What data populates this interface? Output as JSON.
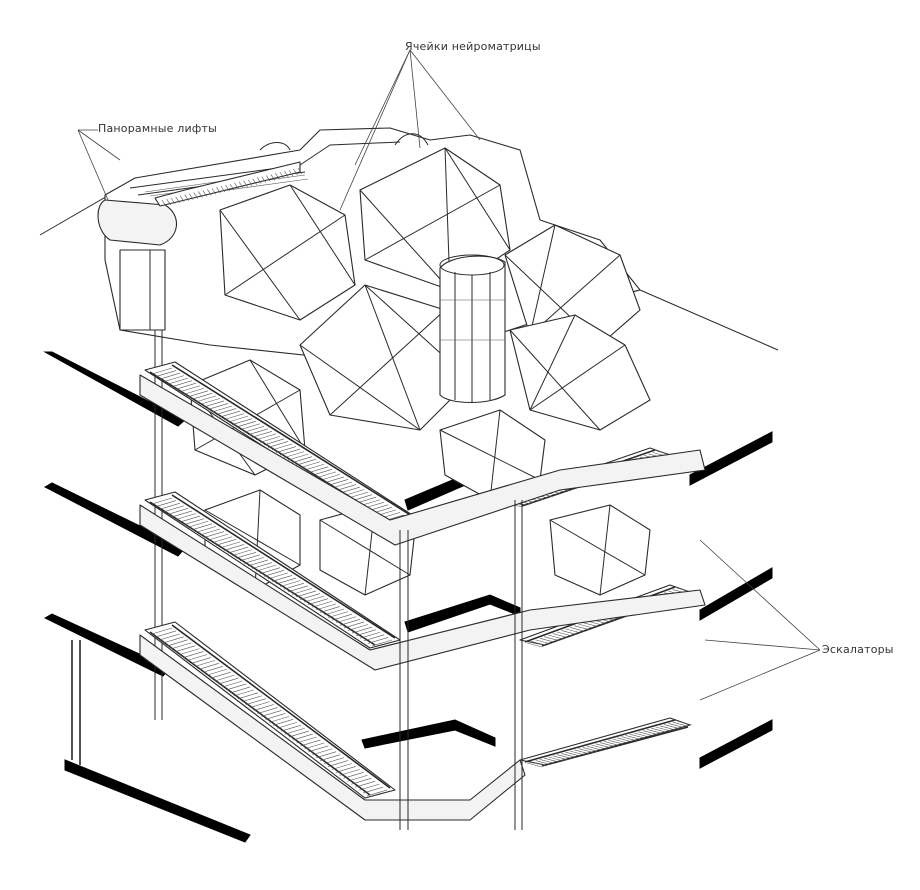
{
  "labels": {
    "cells": "Ячейки нейроматрицы",
    "lifts": "Панорамные лифты",
    "escalators": "Эскалаторы"
  },
  "colors": {
    "ink": "#2a2a2a",
    "slab": "#000000",
    "background": "#ffffff"
  }
}
